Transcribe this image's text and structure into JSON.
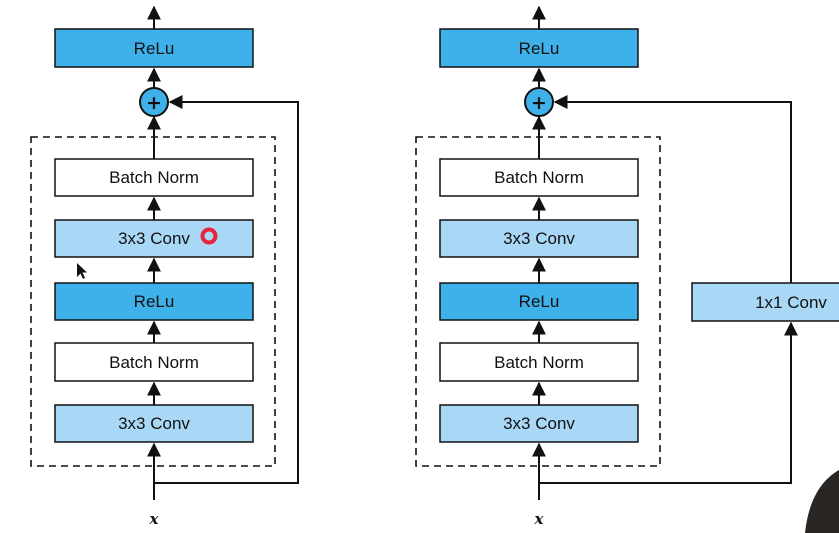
{
  "diagrams": [
    {
      "name": "left",
      "blocks": [
        {
          "label": "ReLu",
          "style": "relu"
        },
        {
          "label": "Batch Norm",
          "style": "norm"
        },
        {
          "label": "3x3 Conv",
          "style": "conv"
        },
        {
          "label": "ReLu",
          "style": "relu"
        },
        {
          "label": "Batch Norm",
          "style": "norm"
        },
        {
          "label": "3x3 Conv",
          "style": "conv"
        }
      ],
      "add_symbol": "+",
      "input_label": "x",
      "shortcut_block": null
    },
    {
      "name": "right",
      "blocks": [
        {
          "label": "ReLu",
          "style": "relu"
        },
        {
          "label": "Batch Norm",
          "style": "norm"
        },
        {
          "label": "3x3 Conv",
          "style": "conv"
        },
        {
          "label": "ReLu",
          "style": "relu"
        },
        {
          "label": "Batch Norm",
          "style": "norm"
        },
        {
          "label": "3x3 Conv",
          "style": "conv"
        }
      ],
      "add_symbol": "+",
      "input_label": "x",
      "shortcut_block": {
        "label": "1x1 Conv",
        "style": "conv"
      }
    }
  ],
  "colors": {
    "relu_fill": "#3fb1ea",
    "conv_fill": "#a9d8f6",
    "norm_fill": "#ffffff",
    "add_fill": "#3fb1ea",
    "stroke": "#111111",
    "cursor_marker": "#e8243c"
  }
}
